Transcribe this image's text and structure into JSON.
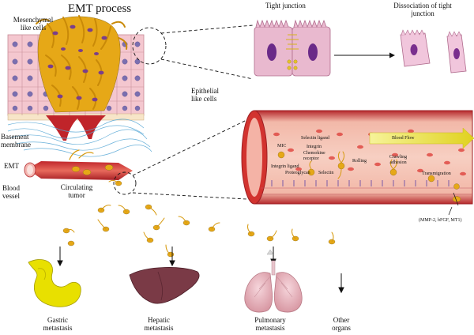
{
  "labels": {
    "title": "EMT process",
    "mesenchymal": [
      "Mesenchymal",
      "like cells"
    ],
    "epithelial": [
      "Epithelial",
      "like cells"
    ],
    "basement": [
      "Basement",
      "membrane"
    ],
    "emt": "EMT",
    "blood_vessel": [
      "Blood",
      "vessel"
    ],
    "circulating": [
      "Circulating",
      "tumor"
    ],
    "tight_junction": "Tight junction",
    "dissociation": [
      "Dissociation of tight",
      "junction"
    ],
    "selectin_ligand": "Selectin ligand",
    "mic": "MIC",
    "integrin": "Integrin",
    "chemokine": [
      "Chemokine",
      "receptor"
    ],
    "integrin_ligand": "Integrin ligand",
    "proteoglycan": "Proteoglycan",
    "selectin": "Selectin",
    "rolling": "Rolling",
    "crawling": [
      "Crawling",
      "adhesion"
    ],
    "transmigration": "Transmigration",
    "blood_flow": "Blood Flow",
    "mmp": "(MMP-2, bFGF, MT1)",
    "gastric": [
      "Gastric",
      "metastasis"
    ],
    "hepatic": [
      "Hepatic",
      "metastasis"
    ],
    "pulmonary": [
      "Pulmonary",
      "metastasis"
    ],
    "other": [
      "Other",
      "organs"
    ]
  },
  "colors": {
    "vessel_red": "#b5282c",
    "tumor_cell": "#e6a817",
    "nucleus_purple": "#6a2a88",
    "basement_fiber": "#5aa9d6",
    "epithelium_pink": "#f4c7cf",
    "blood_flow_arrow": "#e0d21f",
    "stomach_yellow": "#e8e000",
    "liver_brown": "#7a3a46"
  },
  "icons": [
    "stomach-icon",
    "liver-icon",
    "lungs-icon",
    "blood-flow-arrow",
    "dissociation-arrow"
  ]
}
